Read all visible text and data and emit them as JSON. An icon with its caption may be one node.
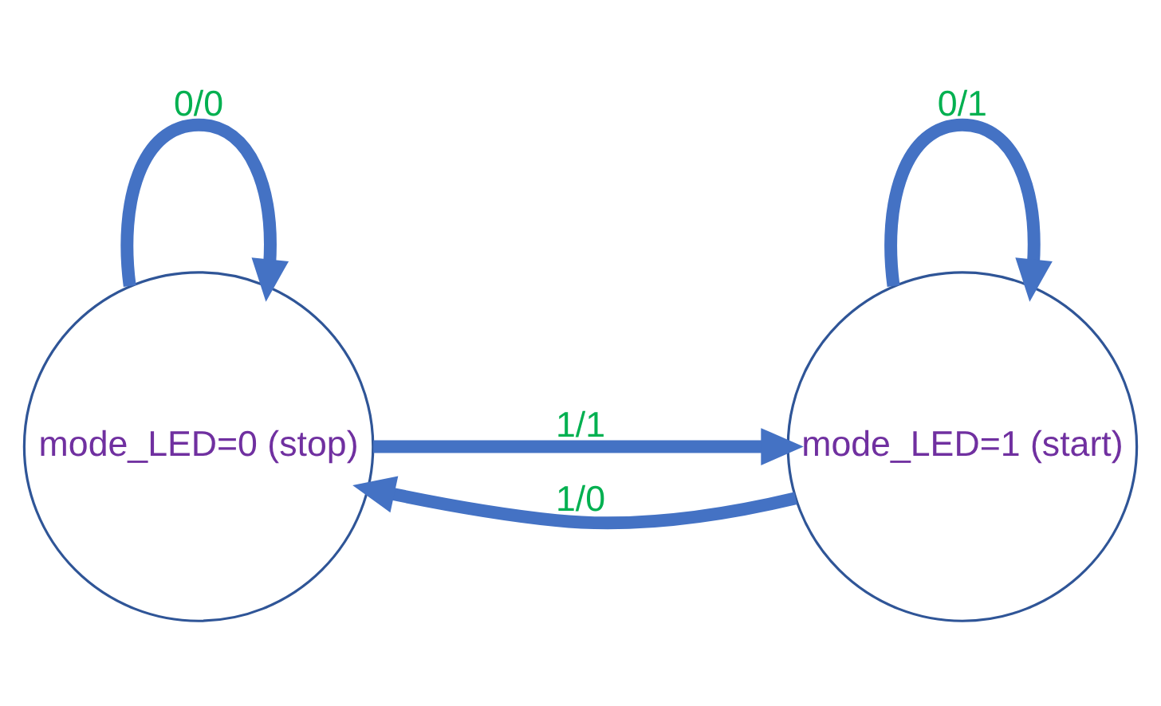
{
  "diagram": {
    "nodes": [
      {
        "text": [
          "mode_LED=0 (stop)"
        ]
      },
      {
        "text": [
          "mode_LED=1 (start)"
        ]
      }
    ],
    "edges": [
      {
        "from": 0,
        "to": 1,
        "arrow": "to",
        "label": "1/1"
      },
      {
        "from": 1,
        "to": 1,
        "arrow": "to",
        "label": "0/1"
      },
      {
        "from": 1,
        "to": 0,
        "arrow": "to",
        "label": "1/0"
      },
      {
        "from": 0,
        "to": 0,
        "arrow": "to",
        "label": "0/0"
      }
    ]
  }
}
